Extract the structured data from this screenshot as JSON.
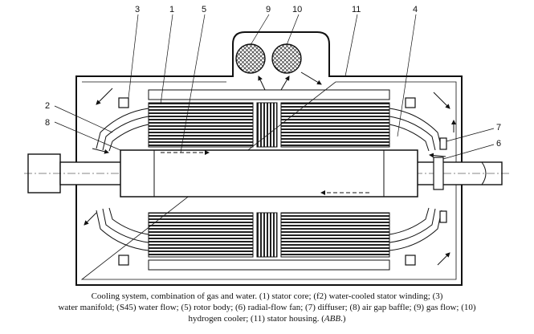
{
  "labels": {
    "l1": "1",
    "l2": "2",
    "l3": "3",
    "l4": "4",
    "l5": "5",
    "l6": "6",
    "l7": "7",
    "l8": "8",
    "l9": "9",
    "l10": "10",
    "l11": "11"
  },
  "caption": {
    "line1": "Cooling system, combination of gas and water. (1) stator core; (f2) water-cooled stator winding; (3)",
    "line2": "water manifold; (S45) water flow; (5) rotor body; (6) radial-flow fan; (7) diffuser; (8) air gap baffle; (9) gas flow; (10)",
    "line3_main": "hydrogen cooler; (11) stator housing. (",
    "line3_italic": "ABB",
    "line3_end": ".)"
  }
}
